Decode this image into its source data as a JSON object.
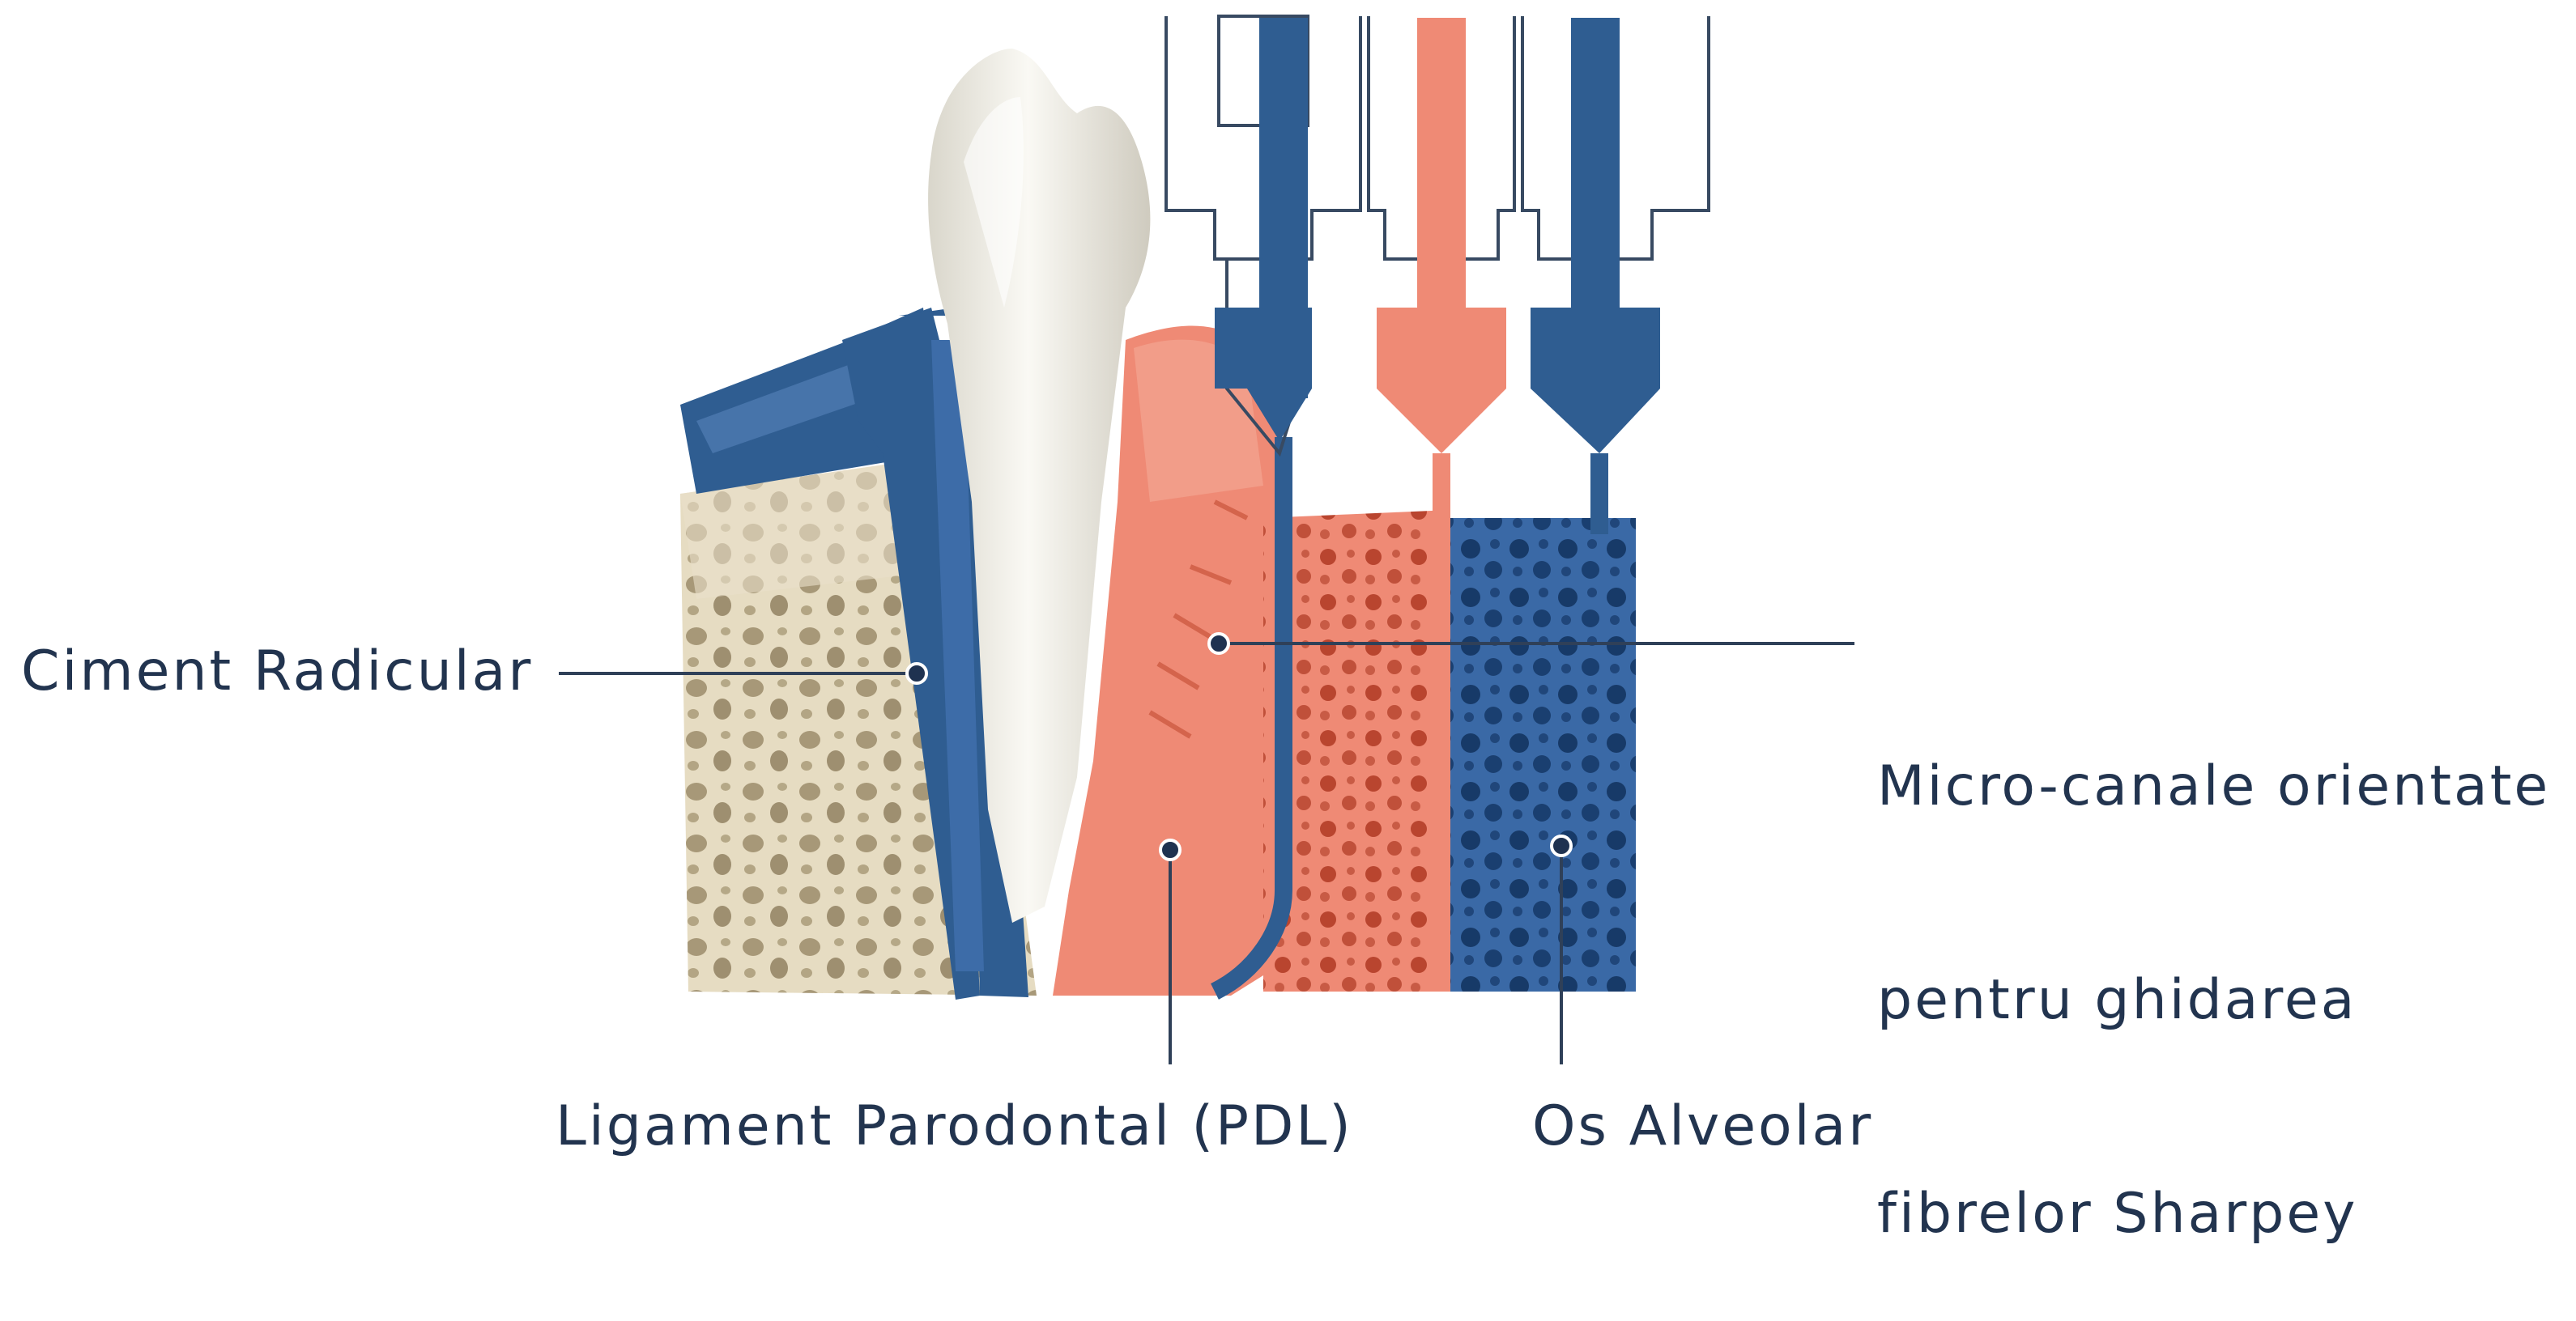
{
  "diagram": {
    "labels": {
      "ciment_radicular": "Ciment Radicular",
      "micro_canale": [
        "Micro-canale orientate",
        "pentru ghidarea",
        "fibrelor Sharpey"
      ],
      "ligament_parodontal": "Ligament Parodontal (PDL)",
      "os_alveolar": "Os Alveolar"
    },
    "colors": {
      "text": "#22344f",
      "cement_blue": "#2f5d91",
      "ligament_salmon": "#ef8a75",
      "bone_cream": "#e9e0c9",
      "tooth_white": "#f4f2ea",
      "leader_line": "#2f4058",
      "nozzle_outline": "#384a62"
    }
  }
}
